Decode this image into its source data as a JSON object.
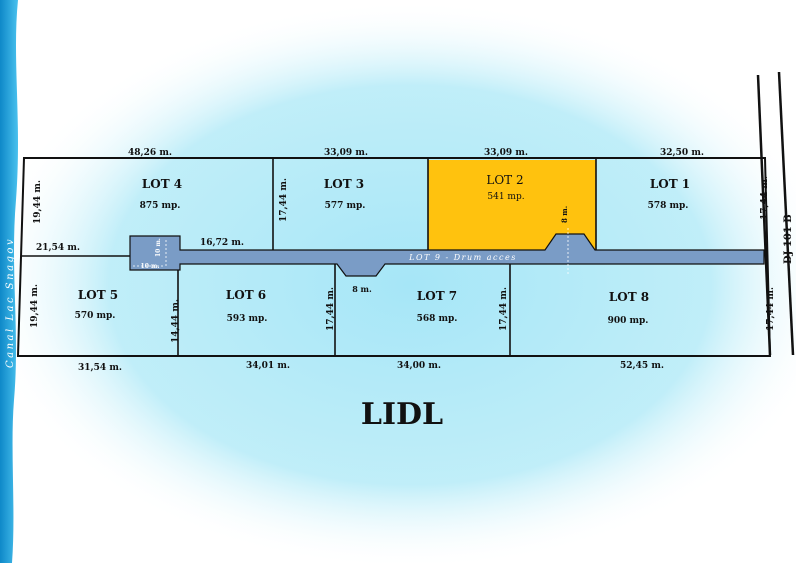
{
  "lots": [
    {
      "name": "LOT 1",
      "area": "578 mp."
    },
    {
      "name": "LOT 2",
      "area": "541 mp."
    },
    {
      "name": "LOT 3",
      "area": "577 mp."
    },
    {
      "name": "LOT 4",
      "area": "875 mp."
    },
    {
      "name": "LOT 5",
      "area": "570 mp."
    },
    {
      "name": "LOT 6",
      "area": "593 mp."
    },
    {
      "name": "LOT 7",
      "area": "568 mp."
    },
    {
      "name": "LOT 8",
      "area": "900 mp."
    }
  ],
  "access_road": "LOT 9 - Drum acces",
  "canal": "Canal Lac Snagov",
  "road": "DJ 101 B",
  "landmark": "LIDL",
  "dims": {
    "top": [
      "48,26 m.",
      "33,09 m.",
      "33,09 m.",
      "32,50 m."
    ],
    "bottom": [
      "31,54 m.",
      "34,01 m.",
      "34,00 m.",
      "52,45 m."
    ],
    "left_upper": "19,44 m.",
    "left_lower": "19,44 m.",
    "right_upper": "17,44 m.",
    "right_lower": "17,44 m.",
    "lot3_side": "17,44 m.",
    "road_left": "21,54 m.",
    "road_mid": "16,72 m.",
    "sq_w": "10 m.",
    "sq_h": "10 m.",
    "lot5_6": "14,44 m.",
    "lot6_7": "17,44 m.",
    "lot7_8": "17,44 m.",
    "niche_w": "8 m.",
    "niche_h": "8 m."
  },
  "colors": {
    "highlight": "#ffc20e",
    "road": "#7a9cc6",
    "glow": "#a6e6f7",
    "water": "#1e9fdc",
    "lines": "#111111"
  }
}
